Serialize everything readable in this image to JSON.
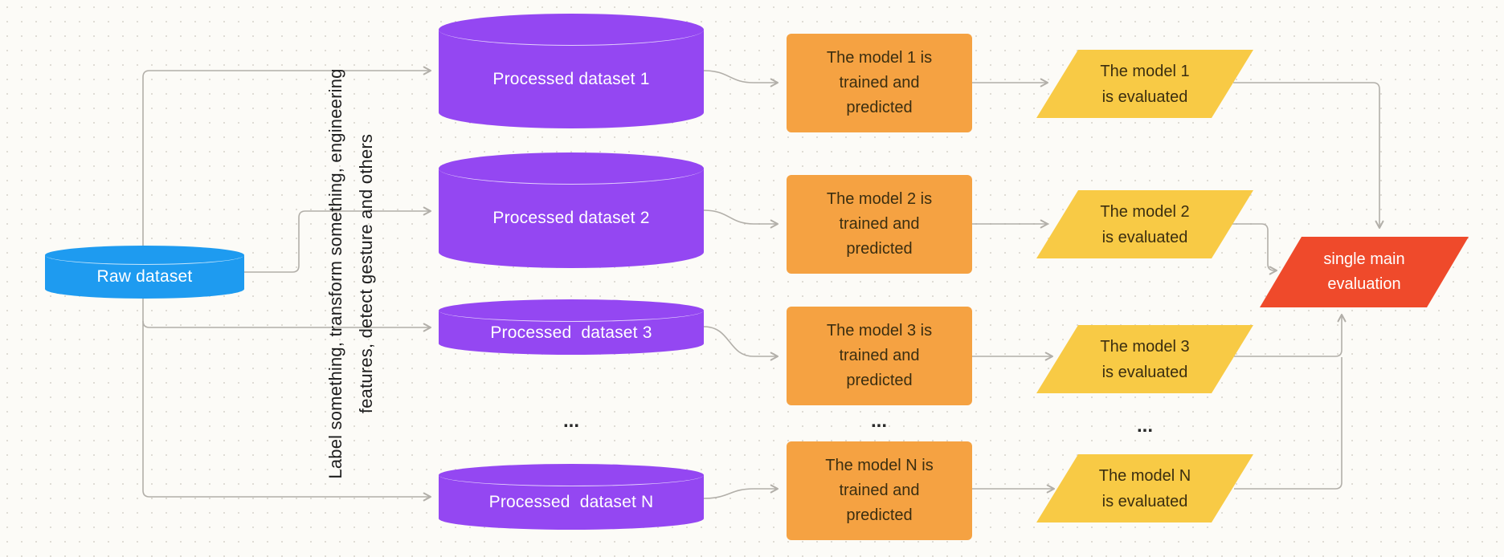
{
  "diagram": {
    "raw_dataset": {
      "label": "Raw dataset"
    },
    "preprocess_note": {
      "line1": "Label something, transform something, engineering",
      "line2": "features, detect gesture and others"
    },
    "datasets": [
      {
        "label": "Processed dataset 1"
      },
      {
        "label": "Processed dataset 2"
      },
      {
        "label": "Processed  dataset 3"
      },
      {
        "label": "Processed  dataset N"
      }
    ],
    "models": [
      {
        "label": "The model 1 is\ntrained and\npredicted"
      },
      {
        "label": "The model 2 is\ntrained and\npredicted"
      },
      {
        "label": "The model 3 is\ntrained and\npredicted"
      },
      {
        "label": "The model N is\ntrained and\npredicted"
      }
    ],
    "evaluations": [
      {
        "label": "The model 1\nis evaluated"
      },
      {
        "label": "The model 2\nis evaluated"
      },
      {
        "label": "The model 3\nis evaluated"
      },
      {
        "label": "The model N\nis evaluated"
      }
    ],
    "final_evaluation": {
      "label": "single main\nevaluation"
    },
    "ellipsis": "...",
    "colors": {
      "raw": "#1E9BF0",
      "dataset": "#9447F2",
      "model": "#F5A242",
      "evaluation": "#F8CA45",
      "final": "#EF4A2B",
      "connector": "#B2AFA9"
    }
  }
}
